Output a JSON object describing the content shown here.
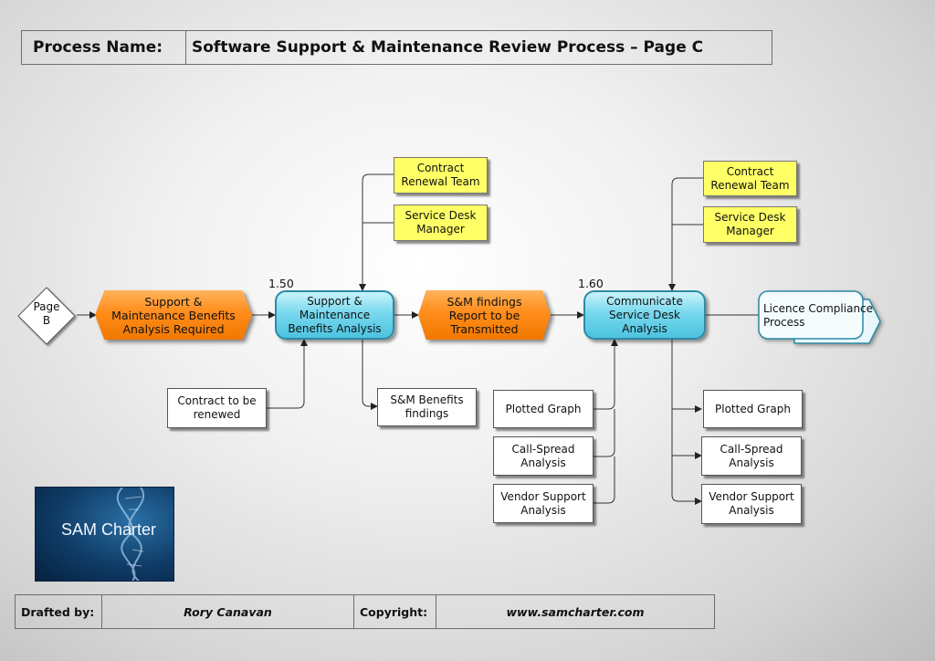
{
  "header": {
    "label": "Process Name:",
    "value": "Software Support & Maintenance Review Process – Page C"
  },
  "connector": {
    "label": "Page B"
  },
  "steps": {
    "s150": {
      "number": "1.50",
      "label": "Support & Maintenance Benefits Analysis"
    },
    "s160": {
      "number": "1.60",
      "label": "Communicate Service Desk Analysis"
    }
  },
  "events": {
    "e1": "Support & Maintenance Benefits Analysis Required",
    "e2": "S&M findings Report to be Transmitted"
  },
  "roles_left": {
    "r1": "Contract Renewal Team",
    "r2": "Service Desk Manager"
  },
  "roles_right": {
    "r1": "Contract Renewal Team",
    "r2": "Service Desk Manager"
  },
  "docs": {
    "contract_renewed": "Contract to be renewed",
    "sm_findings": "S&M Benefits findings",
    "in_plotted": "Plotted Graph",
    "in_callspread": "Call-Spread Analysis",
    "in_vendor": "Vendor Support Analysis",
    "out_plotted": "Plotted Graph",
    "out_callspread": "Call-Spread Analysis",
    "out_vendor": "Vendor Support Analysis"
  },
  "next_process": {
    "label": "Licence Compliance Process"
  },
  "logo": {
    "text": "SAM Charter"
  },
  "footer": {
    "drafted_label": "Drafted by:",
    "drafted_value": "Rory Canavan",
    "copyright_label": "Copyright:",
    "copyright_value": "www.samcharter.com"
  },
  "colors": {
    "process_fill": "#78d8ee",
    "event_fill": "#ff8c1a",
    "role_fill": "#ffff66",
    "document_fill": "#ffffff",
    "logo_fill": "#0f3b66"
  }
}
